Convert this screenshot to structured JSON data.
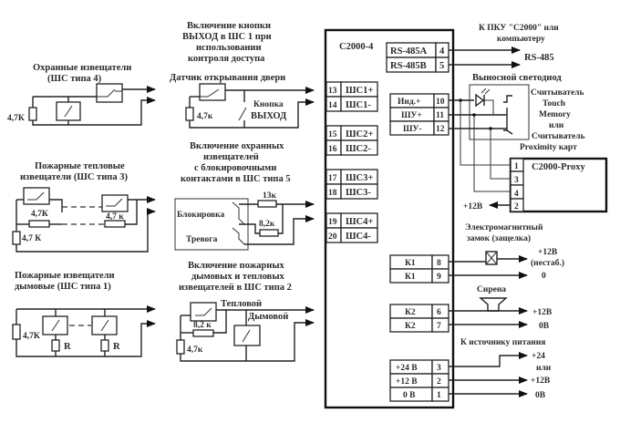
{
  "device": {
    "title": "С2000-4",
    "rs485": [
      {
        "label": "RS-485A",
        "pin": "4"
      },
      {
        "label": "RS-485B",
        "pin": "5"
      }
    ],
    "loops": [
      {
        "pin": "13",
        "label": "ШС1+"
      },
      {
        "pin": "14",
        "label": "ШС1-"
      },
      {
        "pin": "15",
        "label": "ШС2+"
      },
      {
        "pin": "16",
        "label": "ШС2-"
      },
      {
        "pin": "17",
        "label": "ШС3+"
      },
      {
        "pin": "18",
        "label": "ШС3-"
      },
      {
        "pin": "19",
        "label": "ШС4+"
      },
      {
        "pin": "20",
        "label": "ШС4-"
      }
    ],
    "reader_pins": [
      {
        "label": "Инд.+",
        "pin": "10"
      },
      {
        "label": "ШУ+",
        "pin": "11"
      },
      {
        "label": "ШУ-",
        "pin": "12"
      }
    ],
    "relays": [
      {
        "label": "К1",
        "pin": "8"
      },
      {
        "label": "К1",
        "pin": "9"
      },
      {
        "label": "К2",
        "pin": "6"
      },
      {
        "label": "К2",
        "pin": "7"
      }
    ],
    "power": [
      {
        "label": "+24  В",
        "pin": "3"
      },
      {
        "label": "+12  В",
        "pin": "2"
      },
      {
        "label": "0 В",
        "pin": "1"
      }
    ]
  },
  "right": {
    "pku_title_1": "К  ПКУ \"С2000\" или",
    "pku_title_2": "компьютеру",
    "rs485_label": "RS-485",
    "led_title": "Выносной светодиод",
    "reader_1": "Считыватель",
    "reader_2": "Touch",
    "reader_3": "Memory",
    "reader_4": "или",
    "reader_5": "Считыватель",
    "reader_6": "Proximity карт",
    "proxy_title": "С2000-Proxy",
    "proxy_pins": [
      "1",
      "3",
      "4",
      "2"
    ],
    "proxy_power": "+12В",
    "lock_title_1": "Электромагнитный",
    "lock_title_2": "замок (защелка)",
    "lock_plus": "+12В",
    "lock_plus_note": "(нестаб.)",
    "lock_zero": "0",
    "siren_title": "Сирена",
    "siren_plus": "+12В",
    "siren_zero": "0В",
    "psu_title": "К источнику питания",
    "psu_24": "+24",
    "psu_or": "или",
    "psu_12": "+12В",
    "psu_0": "0В"
  },
  "left": {
    "sec4_title_1": "Охранные извещатели",
    "sec4_title_2": "(ШС типа 4)",
    "sec4_r": "4,7К",
    "heat3_title_1": "Пожарные тепловые",
    "heat3_title_2": "извещатели (ШС типа 3)",
    "heat3_r1": "4,7К",
    "heat3_r2": "4,7 к",
    "heat3_r3": "4,7 К",
    "smoke1_title_1": "Пожарные извещатели",
    "smoke1_title_2": "дымовые (ШС типа 1)",
    "smoke1_r": "4,7К",
    "smoke1_ra": "R",
    "smoke1_rb": "R"
  },
  "middle": {
    "exit_title_1": "Включение кнопки",
    "exit_title_2": "ВЫХОД в ШС 1  при",
    "exit_title_3": "использовании",
    "exit_title_4": "контроля  доступа",
    "door_sensor": "Датчик открывания двери",
    "exit_r": "4,7к",
    "exit_btn_1": "Кнопка",
    "exit_btn_2": "ВЫХОД",
    "t5_title_1": "Включение  охранных",
    "t5_title_2": "извещателей",
    "t5_title_3": "с  блокировочными",
    "t5_title_4": "контактами в ШС типа 5",
    "t5_r1": "13к",
    "t5_r2": "8,2к",
    "t5_block": "Блокировка",
    "t5_alarm": "Тревога",
    "t2_title_1": "Включение пожарных",
    "t2_title_2": "дымовых и тепловых",
    "t2_title_3": "извещателей в ШС типа 2",
    "t2_heat": "Тепловой",
    "t2_smoke": "Дымовой",
    "t2_r1": "8,2 к",
    "t2_r2": "4,7к"
  }
}
